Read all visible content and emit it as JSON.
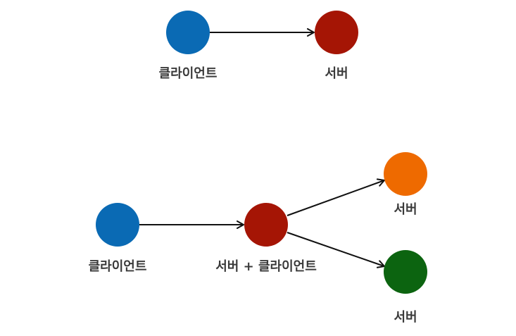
{
  "colors": {
    "client": "#0a6ab4",
    "server": "#a51505",
    "server_orange": "#ee6a00",
    "server_green": "#0c6410",
    "edge": "#111111"
  },
  "top": {
    "client_label": "클라이언트",
    "server_label": "서버"
  },
  "bottom": {
    "client_label": "클라이언트",
    "middle_label": "서버 + 클라이언트",
    "server_top_label": "서버",
    "server_bottom_label": "서버"
  }
}
